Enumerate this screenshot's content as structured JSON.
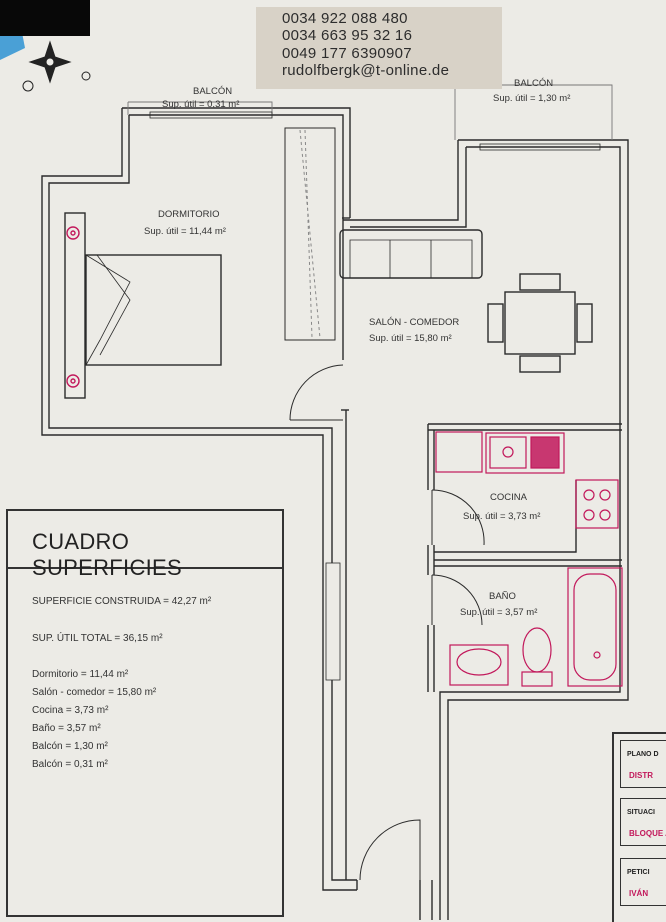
{
  "contact": {
    "phone_1": "0034 922 088 480",
    "phone_2": "0034 663 95 32 16",
    "phone_3": "0049 177 6390907",
    "email": "rudolfbergk@t-online.de"
  },
  "rooms": {
    "balcon_left": {
      "name": "BALCÓN",
      "area": "Sup. útil = 0,31 m²"
    },
    "balcon_right": {
      "name": "BALCÓN",
      "area": "Sup. útil = 1,30 m²"
    },
    "dormitorio": {
      "name": "DORMITORIO",
      "area": "Sup. útil = 11,44 m²"
    },
    "salon": {
      "name": "SALÓN - COMEDOR",
      "area": "Sup. útil = 15,80 m²"
    },
    "cocina": {
      "name": "COCINA",
      "area": "Sup. útil = 3,73 m²"
    },
    "bano": {
      "name": "BAÑO",
      "area": "Sup. útil = 3,57 m²"
    }
  },
  "summary": {
    "title": "CUADRO SUPERFICIES",
    "construida": "SUPERFICIE CONSTRUIDA = 42,27 m²",
    "util_total": "SUP. ÚTIL TOTAL = 36,15 m²",
    "items": [
      "Dormitorio = 11,44 m²",
      "Salón - comedor = 15,80 m²",
      "Cocina = 3,73 m²",
      "Baño = 3,57 m²",
      "Balcón = 1,30 m²",
      "Balcón = 0,31 m²"
    ]
  },
  "legend": {
    "cell_1_title": "PLANO D",
    "cell_1_value": "DISTR",
    "cell_2_title": "SITUACI",
    "cell_2_value": "BLOQUE A",
    "cell_3_title": "PETICI",
    "cell_3_value": "IVÁN"
  },
  "colors": {
    "wall": "#2b2b2b",
    "fixture_pink": "#c2185b",
    "paper": "#ecebe6",
    "contact_bg": "#d8d2c7"
  }
}
